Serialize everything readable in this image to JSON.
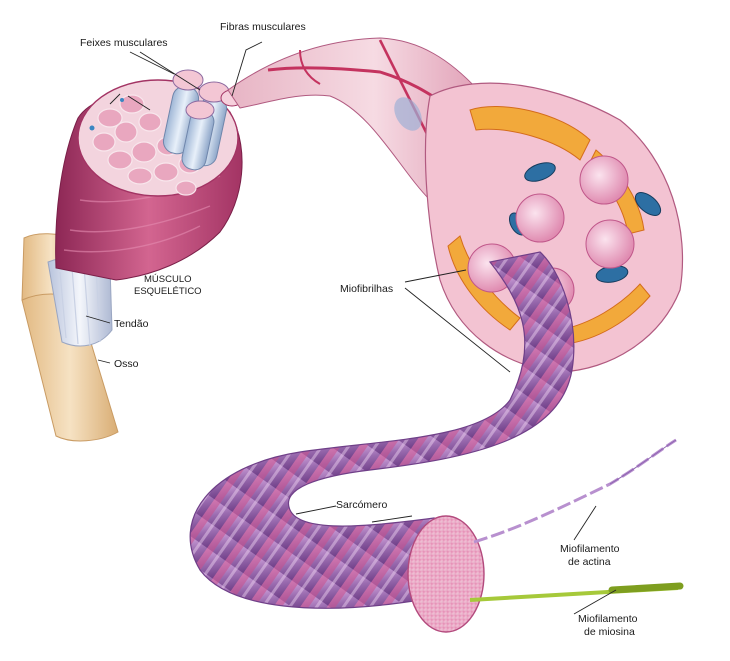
{
  "labels": {
    "fibras_musculares": "Fibras musculares",
    "feixes_musculares": "Feixes musculares",
    "musculo_line1": "MÚSCULO",
    "musculo_line2": "ESQUELÉTICO",
    "tendao": "Tendão",
    "osso": "Osso",
    "miofibrilhas": "Miofibrilhas",
    "sarcomero": "Sarcómero",
    "actina_line1": "Miofilamento",
    "actina_line2": "de actina",
    "miosina_line1": "Miofilamento",
    "miosina_line2": "de miosina"
  },
  "colors": {
    "muscle": "#c2477a",
    "muscle_light": "#e89ab6",
    "tube": "#9b6cb0",
    "tube_band": "#c94f8a",
    "bone": "#efd3a8",
    "tendon": "#d8dfee",
    "mitochondria": "#2d6fa3",
    "fat": "#f2a93b",
    "actin": "#b890cf",
    "myosin": "#a6c93a"
  }
}
